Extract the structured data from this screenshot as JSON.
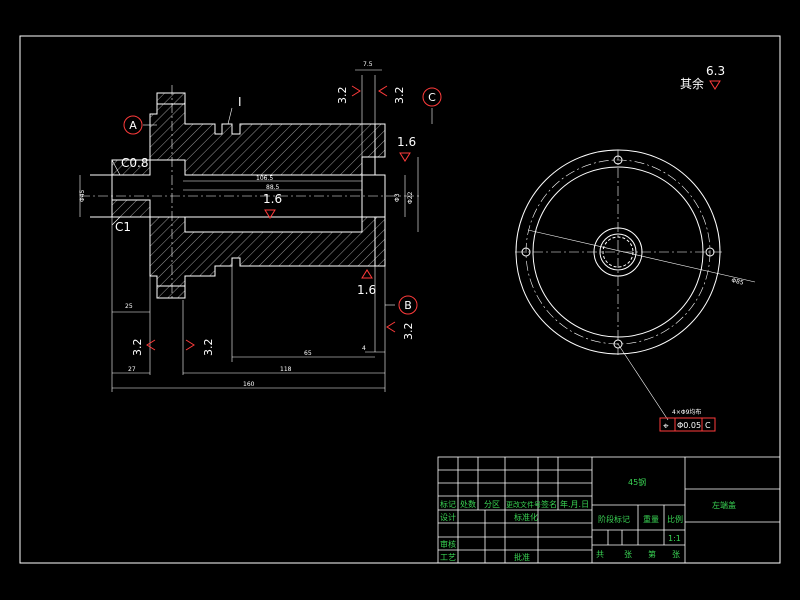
{
  "colors": {
    "background": "#000000",
    "line": "#ffffff",
    "surface_mark": "#ff3b3b",
    "title_text": "#39d353"
  },
  "datum_labels": {
    "a": "A",
    "b": "B",
    "c": "C"
  },
  "part_mark": "I",
  "chamfers": {
    "c08": "C0.8",
    "c1": "C1"
  },
  "roughness": {
    "rest": "其余",
    "rest_value": "6.3",
    "top_left": "3.2",
    "top_right": "3.2",
    "right_upper": "1.6",
    "bore": "1.6",
    "right_lower": "1.6",
    "right_face": "3.2",
    "bottom_left": "3.2",
    "bottom_mid": "3.2"
  },
  "dims": {
    "top": "7.5",
    "len_long": "106.5",
    "len_mid": "88.5",
    "dia_left": "Φ45",
    "dia_right1": "Φ3",
    "dia_right2": "Φ22",
    "small": "4",
    "d25": "25",
    "d27": "27",
    "d65": "65",
    "d118": "118",
    "d160": "160",
    "circle_dia": "Φ85"
  },
  "position_tol": {
    "note": "4×Φ9均布",
    "symbol": "⌖",
    "value": "Φ0.05",
    "datum": "C"
  },
  "title_block": {
    "material": "45钢",
    "part_name": "左端盖",
    "row_headers": [
      "标记",
      "处数",
      "分区",
      "更改文件号",
      "签名",
      "年.月.日"
    ],
    "design": "设计",
    "standardize": "标准化",
    "stage_mark": "阶段标记",
    "weight": "重量",
    "scale": "比例",
    "scale_value": "1:1",
    "review": "审核",
    "process": "工艺",
    "approve": "批准",
    "footer": [
      "共",
      "张",
      "第",
      "张"
    ]
  }
}
